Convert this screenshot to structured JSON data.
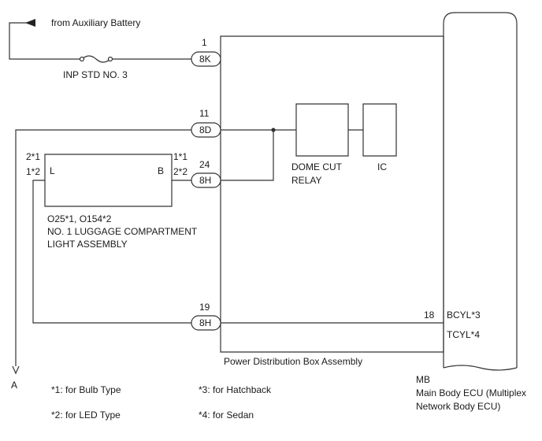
{
  "labels": {
    "from_aux": "from Auxiliary Battery",
    "fuse": "INP STD NO. 3",
    "dome_cut_1": "DOME CUT",
    "dome_cut_2": "RELAY",
    "ic": "IC",
    "lamp_id": "O25*1, O154*2",
    "lamp_name_1": "NO. 1 LUGGAGE COMPARTMENT",
    "lamp_name_2": "LIGHT ASSEMBLY",
    "pdb": "Power Distribution Box Assembly",
    "ecu_code": "MB",
    "ecu_name_1": "Main Body ECU (Multiplex",
    "ecu_name_2": "Network Body ECU)",
    "ground_a": "A",
    "bcyl": "BCYL*3",
    "tcyl": "TCYL*4"
  },
  "connectors": {
    "c1": {
      "pin": "1",
      "code": "8K"
    },
    "c2": {
      "pin": "11",
      "code": "8D"
    },
    "c3": {
      "pin": "24",
      "code": "8H"
    },
    "c4": {
      "pin": "19",
      "code": "8H"
    },
    "ecu_pin": "18"
  },
  "lamp_pins": {
    "left_top": "2*1",
    "left_bottom": "1*2",
    "left_letter": "L",
    "right_top": "1*1",
    "right_bottom": "2*2",
    "right_letter": "B"
  },
  "notes": {
    "n1": "*1: for Bulb Type",
    "n2": "*2: for LED Type",
    "n3": "*3: for Hatchback",
    "n4": "*4: for Sedan"
  }
}
